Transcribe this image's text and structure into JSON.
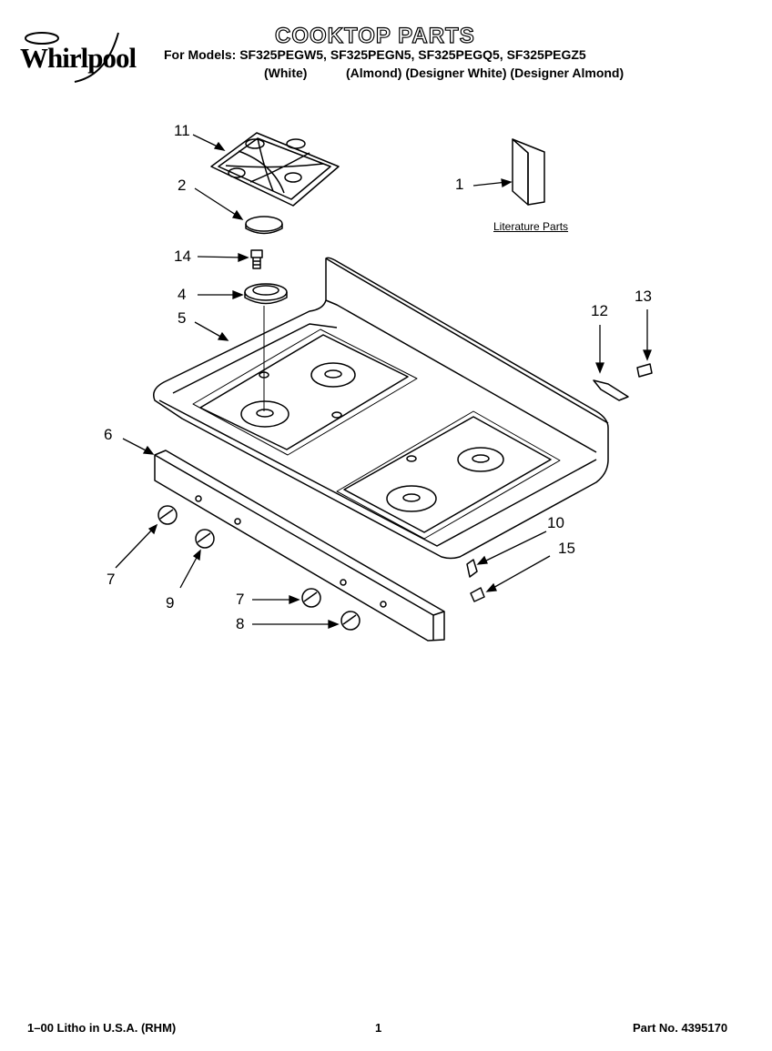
{
  "brand": "Whirlpool",
  "title": "COOKTOP PARTS",
  "models_line": "For Models: SF325PEGW5, SF325PEGN5, SF325PEGQ5, SF325PEGZ5",
  "colors": [
    "(White)",
    "(Almond) (Designer White) (Designer Almond)"
  ],
  "literature_label": "Literature Parts",
  "callouts": {
    "n1": "1",
    "n2": "2",
    "n4": "4",
    "n5": "5",
    "n6": "6",
    "n7a": "7",
    "n7b": "7",
    "n8": "8",
    "n9": "9",
    "n10": "10",
    "n11": "11",
    "n12": "12",
    "n13": "13",
    "n14": "14",
    "n15": "15"
  },
  "footer": {
    "left": "1–00 Litho in U.S.A. (RHM)",
    "page": "1",
    "part_no": "Part No. 4395170"
  }
}
